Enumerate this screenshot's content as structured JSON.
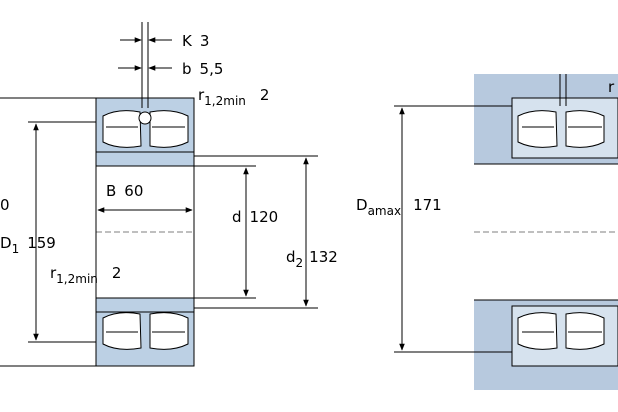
{
  "colors": {
    "housing": "#b7c9de",
    "housing_dark": "#a9bed6",
    "ring": "#bcd0e4",
    "roller": "#ffffff",
    "line": "#000000",
    "background": "#ffffff"
  },
  "bearing": {
    "K": {
      "label": "K",
      "value": "3"
    },
    "b": {
      "label": "b",
      "value": "5,5"
    },
    "r_top": {
      "label": "r",
      "sub": "1,2min",
      "value": "2"
    },
    "r_mid": {
      "label": "r",
      "sub": "1,2min",
      "value": "2"
    },
    "B": {
      "label": "B",
      "value": "60"
    },
    "d": {
      "label": "d",
      "value": "120"
    },
    "d2": {
      "label": "d",
      "sub": "2",
      "value": "132"
    },
    "D1": {
      "label": "D",
      "sub": "1",
      "value": "159"
    },
    "D_cut": {
      "value": "0"
    }
  },
  "abutment": {
    "Da": {
      "label": "D",
      "sub": "amax",
      "value": "171"
    },
    "r_cut": {
      "label": "r"
    }
  }
}
